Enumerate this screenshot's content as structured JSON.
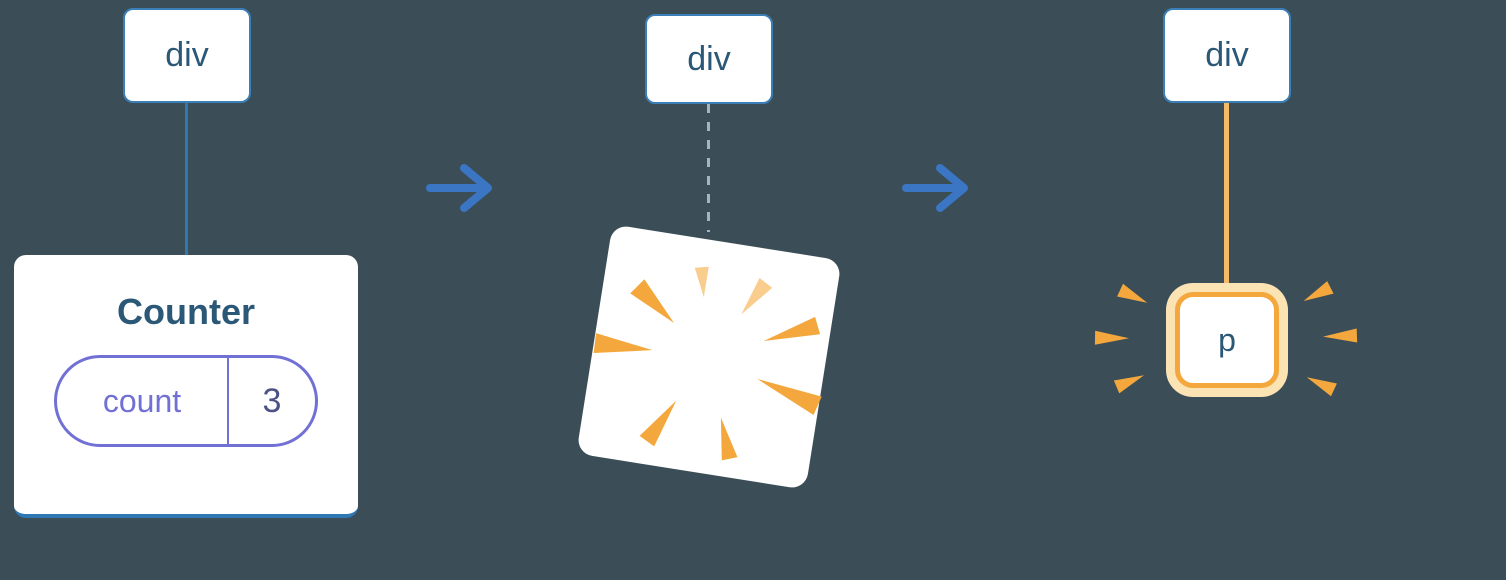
{
  "diagram": {
    "stage1": {
      "node": "div",
      "card": {
        "title": "Counter",
        "state_key": "count",
        "state_value": "3"
      }
    },
    "stage2": {
      "node": "div"
    },
    "stage3": {
      "node": "div",
      "child": "p"
    }
  },
  "colors": {
    "bg": "#3b4e57",
    "node_border": "#3a7fb8",
    "node_text": "#2b5877",
    "line_blue": "#2e78b4",
    "line_dashed": "#9fb6c6",
    "line_orange": "#f6ba68",
    "arrow": "#3b76c4",
    "purple": "#7170d4",
    "value_text": "#4c5285",
    "orange": "#f4a73c",
    "orange_light": "#f9cd8d",
    "orange_pale": "#fbe3b4"
  }
}
